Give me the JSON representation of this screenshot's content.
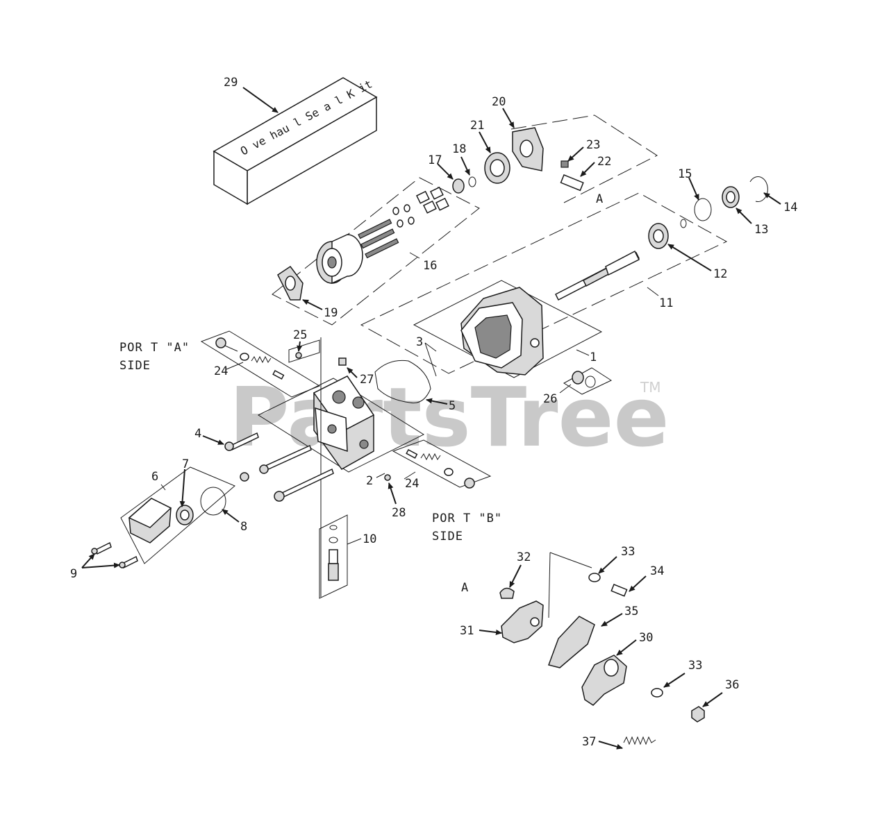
{
  "kit_label": "O ve hau l Se a l K it",
  "watermark": {
    "text": "PartsTree",
    "tm": "TM"
  },
  "side_labels": [
    {
      "id": "port-a-side",
      "line1": "POR T \"A\"",
      "line2": "SIDE"
    },
    {
      "id": "port-b-side",
      "line1": "POR T \"B\"",
      "line2": "SIDE"
    }
  ],
  "reference_letters": [
    {
      "id": "ref-a-upper",
      "text": "A"
    },
    {
      "id": "ref-a-lower",
      "text": "A"
    }
  ],
  "callouts": [
    "1",
    "2",
    "3",
    "4",
    "5",
    "6",
    "7",
    "8",
    "9",
    "10",
    "11",
    "12",
    "13",
    "14",
    "15",
    "16",
    "17",
    "18",
    "19",
    "20",
    "21",
    "22",
    "23",
    "24",
    "24",
    "25",
    "26",
    "27",
    "28",
    "29",
    "30",
    "31",
    "32",
    "33",
    "33",
    "34",
    "35",
    "36",
    "37"
  ]
}
